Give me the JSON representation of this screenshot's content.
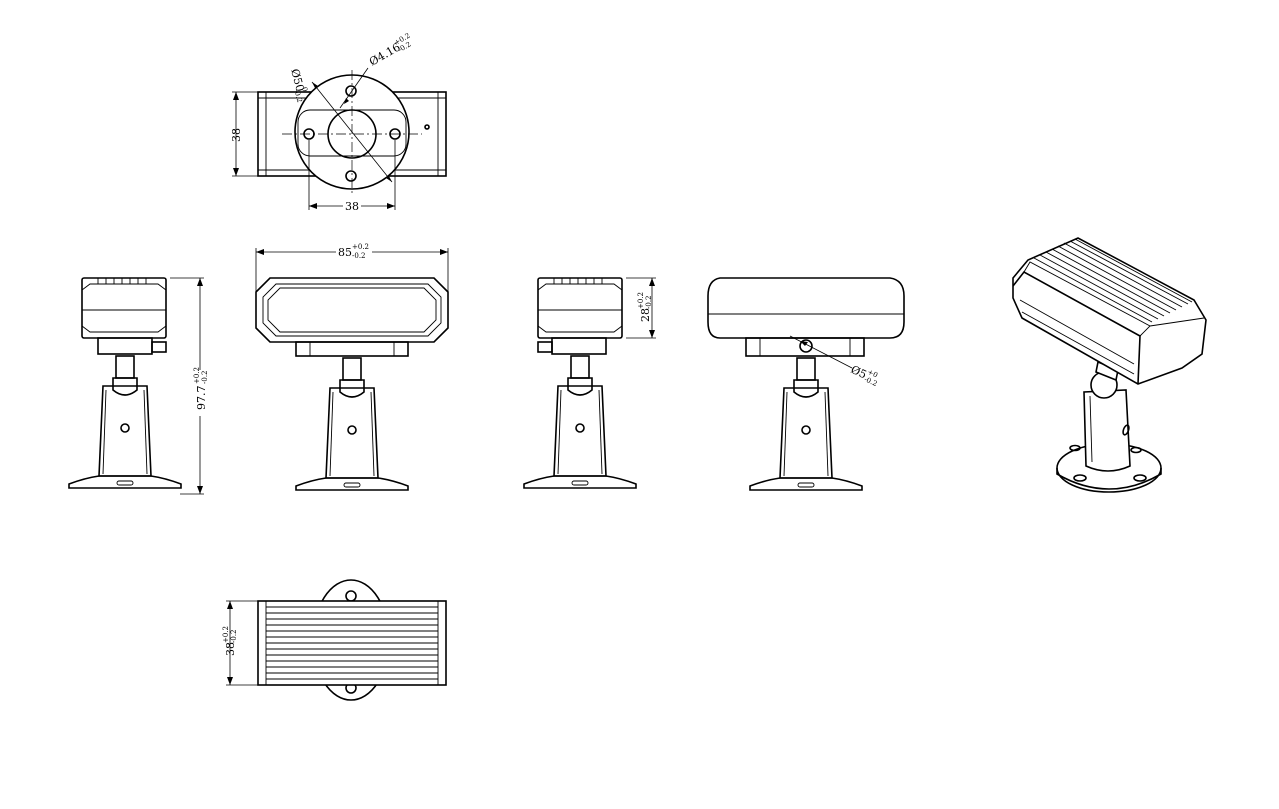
{
  "dimensions": {
    "top_diameter": {
      "value": "Ø50",
      "tol_upper": "0",
      "tol_lower": "-0.2"
    },
    "hole_diameter": {
      "value": "Ø4.16",
      "tol_upper": "+0.2",
      "tol_lower": "-0.2"
    },
    "top_height": {
      "value": "38"
    },
    "top_hole_spacing": {
      "value": "38"
    },
    "front_width": {
      "value": "85",
      "tol_upper": "+0.2",
      "tol_lower": "-0.2"
    },
    "overall_height": {
      "value": "97.7",
      "tol_upper": "+0.2",
      "tol_lower": "-0.2"
    },
    "side_height": {
      "value": "28",
      "tol_upper": "+0.2",
      "tol_lower": "-0.2"
    },
    "pin_diameter": {
      "value": "Ø5",
      "tol_upper": "+0",
      "tol_lower": "-0.2"
    },
    "bottom_depth": {
      "value": "38",
      "tol_upper": "+0.2",
      "tol_lower": "-0.2"
    }
  },
  "views": [
    "top-view",
    "left-side-view",
    "front-view",
    "right-side-view",
    "rear-view",
    "isometric-view",
    "bottom-view"
  ],
  "colors": {
    "line": "#000000",
    "background": "#ffffff"
  }
}
